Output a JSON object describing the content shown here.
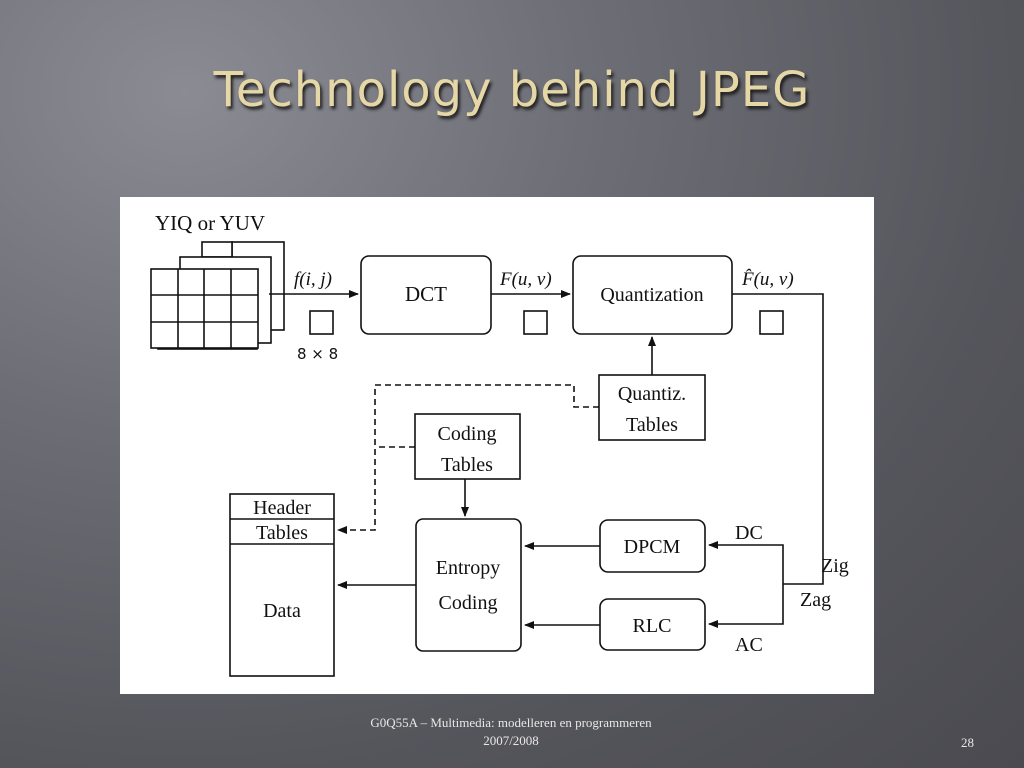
{
  "slide": {
    "title": "Technology behind JPEG",
    "footer": "G0Q55A – Multimedia: modelleren en programmeren 2007/2008",
    "page_number": "28"
  },
  "diagram": {
    "input_label": "YIQ or YUV",
    "block_size_label": "8 × 8",
    "signal_fij": "f(i, j)",
    "signal_fuv": "F(u, v)",
    "signal_fuv_hat": "F̂(u, v)",
    "dct": "DCT",
    "quantization": "Quantization",
    "quantiz_tables_1": "Quantiz.",
    "quantiz_tables_2": "Tables",
    "coding_tables_1": "Coding",
    "coding_tables_2": "Tables",
    "header": "Header",
    "tables": "Tables",
    "data": "Data",
    "entropy_1": "Entropy",
    "entropy_2": "Coding",
    "dpcm": "DPCM",
    "rlc": "RLC",
    "dc": "DC",
    "ac": "AC",
    "zig": "Zig",
    "zag": "Zag"
  }
}
